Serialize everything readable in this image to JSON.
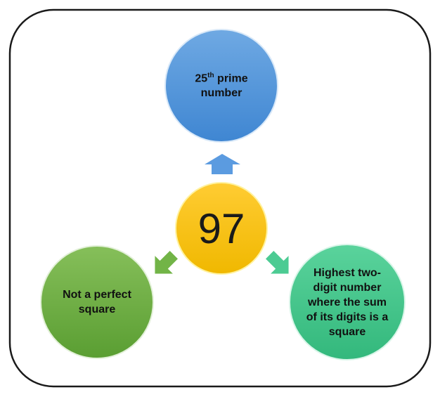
{
  "center": {
    "value": "97",
    "color": "#ffc000"
  },
  "nodes": [
    {
      "id": "top",
      "text_main": "25",
      "text_sup": "th",
      "text_rest": " prime number",
      "color": "#4a90d9"
    },
    {
      "id": "left",
      "text": "Not a perfect square",
      "color": "#6aaf3d"
    },
    {
      "id": "right",
      "text": "Highest two-digit number where the sum of its digits is a square",
      "color": "#3cc48a"
    }
  ]
}
